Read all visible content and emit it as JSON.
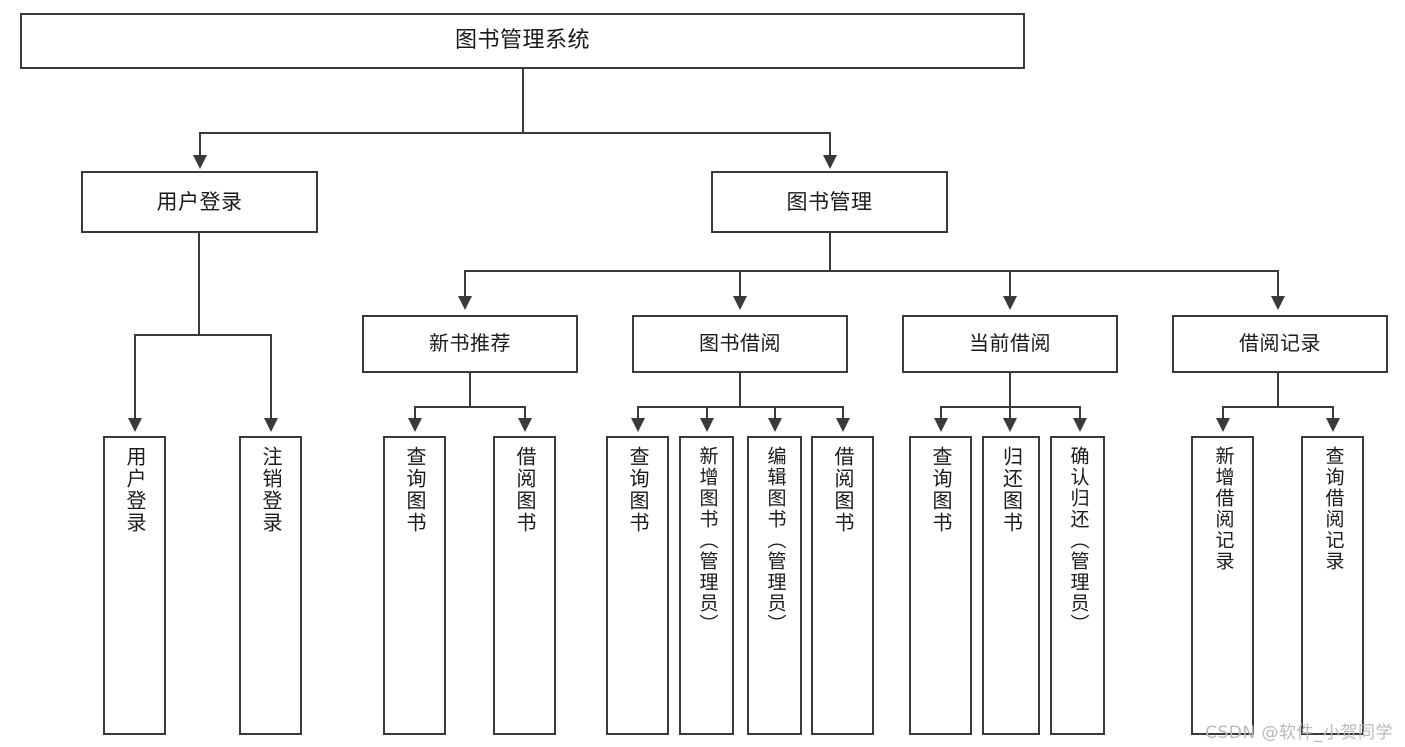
{
  "diagram": {
    "type": "tree",
    "title": "图书管理系统",
    "watermark": "CSDN @软件_小贺同学",
    "colors": {
      "box_border": "#3a3a3a",
      "box_fill": "#ffffff",
      "connector": "#3a3a3a",
      "text": "#1a1a1a",
      "watermark": "#b9b9b9",
      "background": "#ffffff"
    },
    "root": {
      "label": "图书管理系统"
    },
    "level1": [
      {
        "label": "用户登录"
      },
      {
        "label": "图书管理"
      }
    ],
    "level2": [
      {
        "label": "新书推荐"
      },
      {
        "label": "图书借阅"
      },
      {
        "label": "当前借阅"
      },
      {
        "label": "借阅记录"
      }
    ],
    "leaves": {
      "user_login": [
        {
          "label": "用户登录"
        },
        {
          "label": "注销登录"
        }
      ],
      "new_book_recommend": [
        {
          "label": "查询图书"
        },
        {
          "label": "借阅图书"
        }
      ],
      "book_borrow": [
        {
          "label": "查询图书"
        },
        {
          "label": "新增图书（管理员）"
        },
        {
          "label": "编辑图书（管理员）"
        },
        {
          "label": "借阅图书"
        }
      ],
      "current_borrow": [
        {
          "label": "查询图书"
        },
        {
          "label": "归还图书"
        },
        {
          "label": "确认归还（管理员）"
        }
      ],
      "borrow_record": [
        {
          "label": "新增借阅记录"
        },
        {
          "label": "查询借阅记录"
        }
      ]
    }
  }
}
